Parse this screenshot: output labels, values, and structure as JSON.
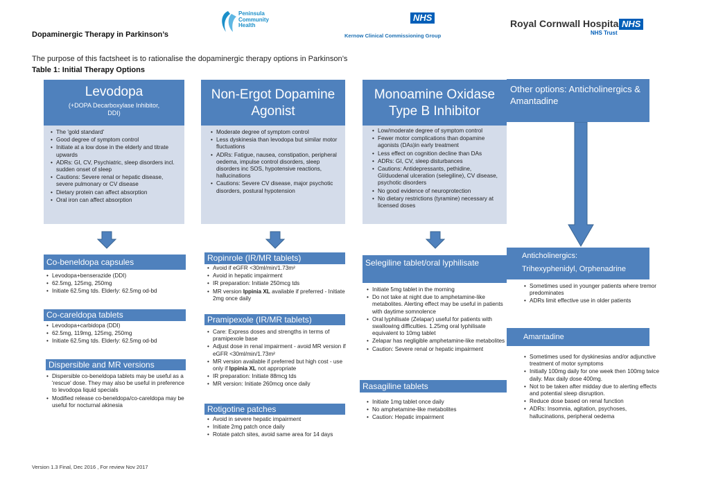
{
  "header": {
    "title": "Dopaminergic Therapy in Parkinson’s",
    "logo_pch": [
      "Peninsula",
      "Community",
      "Health"
    ],
    "nhs_badge": "NHS",
    "kernow": "Kernow Clinical Commissioning Group",
    "rch": "Royal Cornwall Hospitals",
    "rch_trust": "NHS Trust"
  },
  "intro": {
    "purpose": "The purpose of this factsheet is to rationalise the dopaminergic therapy options in Parkinson’s",
    "table_title": "Table 1: Initial Therapy Options"
  },
  "colors": {
    "accent": "#4f81bd",
    "panel": "#d4dcea",
    "nhs": "#005eb8"
  },
  "columns": {
    "levodopa": {
      "title": "Levodopa",
      "subtitle": "(+DOPA Decarboxylase Inhibitor, DDI)",
      "bullets": [
        "The 'gold standard'",
        "Good degree of symptom control",
        "Initiate at a low dose in the elderly and titrate upwards",
        "ADRs: GI, CV, Psychiatric, sleep disorders incl. sudden onset of sleep",
        "Cautions: Severe renal or hepatic disease, severe pulmonary or CV disease",
        "Dietary protein can affect absorption",
        "Oral iron can affect absorption"
      ]
    },
    "agonist": {
      "title": "Non-Ergot Dopamine Agonist",
      "bullets": [
        "Moderate degree of symptom control",
        "Less dyskinesia than levodopa but similar motor fluctuations",
        "ADRs: Fatigue, nausea, constipation, peripheral oedema, impulse control disorders, sleep disorders inc SOS, hypotensive reactions, hallucinations",
        "Cautions: Severe CV disease, major psychotic disorders, postural hypotension"
      ]
    },
    "maob": {
      "title": "Monoamine Oxidase Type B Inhibitor",
      "bullets": [
        "Low/moderate degree of symptom control",
        "Fewer motor complications than dopamine agonists (DAs)in early treatment",
        "Less effect on cognition decline than DAs",
        "ADRs: GI, CV, sleep disturbances",
        "Cautions: Antidepressants, pethidine, GI/duodenal ulceration (selegiline), CV disease, psychotic disorders",
        "No good evidence of neuroprotection",
        "No dietary restrictions (tyramine) necessary at licensed doses"
      ]
    },
    "other": {
      "title": "Other options: Anticholinergics & Amantadine"
    }
  },
  "lower": {
    "cobeneldopa": {
      "head": "Co-beneldopa capsules",
      "bullets": [
        "Levodopa+benserazide (DDI)",
        "62.5mg, 125mg, 250mg",
        "Initiate 62.5mg tds. Elderly: 62.5mg od-bd"
      ]
    },
    "cocareldopa": {
      "head": "Co-careldopa tablets",
      "bullets": [
        "Levodopa+carbidopa (DDI)",
        "62.5mg, 119mg, 125mg, 250mg",
        "Initiate 62.5mg tds. Elderly: 62.5mg od-bd"
      ]
    },
    "dispersible": {
      "head": "Dispersible and MR versions",
      "bullets": [
        "Dispersible co-beneldopa tablets may be useful as a 'rescue' dose. They may also be useful in preference to levodopa liquid specials",
        "Modified release co-beneldopa/co-careldopa may be useful for nocturnal akinesia"
      ]
    },
    "ropinirole": {
      "head": "Ropinrole (IR/MR tablets)",
      "b1": "Avoid if eGFR <30ml/min/1.73m²",
      "b2": "Avoid in hepatic impairment",
      "b3": "IR preparation: Initiate 250mcg tds",
      "b4a": "MR version ",
      "b4b": "Ippinia XL",
      "b4c": " available if preferred - Initiate 2mg once daily"
    },
    "pramipexole": {
      "head": "Pramipexole (IR/MR tablets)",
      "b1": "Care: Express doses and strengths in terms of pramipexole base",
      "b2": "Adjust dose in renal impairment - avoid MR version if eGFR <30ml/min/1.73m²",
      "b3a": "MR version available if preferred but high cost - use only if ",
      "b3b": "Ippinia XL",
      "b3c": " not appropriate",
      "b4": "IR preparation: Initiate 88mcg tds",
      "b5": "MR version: Initiate 260mcg once daily"
    },
    "rotigotine": {
      "head": "Rotigotine patches",
      "bullets": [
        "Avoid in severe hepatic impairment",
        "Initiate 2mg patch once daily",
        "Rotate patch sites, avoid same area for 14 days"
      ]
    },
    "selegiline": {
      "head": "Selegiline tablet/oral lyphilisate",
      "bullets": [
        "Initiate 5mg tablet in the morning",
        "Do not take at night due to amphetamine-like metabolites. Alerting effect may be useful in patients with daytime somnolence",
        "Oral lyphilisate (Zelapar) useful for patients with swallowing difficulties. 1.25mg oral lyphilisate equivalent to 10mg tablet",
        "Zelapar has negligible amphetamine-like metabolites",
        "Caution: Severe renal or hepatic impairment"
      ]
    },
    "rasagiline": {
      "head": "Rasagiline tablets",
      "bullets": [
        "Initiate 1mg tablet once daily",
        "No amphetamine-like metabolites",
        "Caution: Hepatic impairment"
      ]
    },
    "anticholinergics": {
      "head1": "Anticholinergics:",
      "head2": "Trihexyphenidyl, Orphenadrine",
      "bullets": [
        "Sometimes used in younger patients where tremor predominates",
        "ADRs limit effective use in older patients"
      ]
    },
    "amantadine": {
      "head": "Amantadine",
      "bullets": [
        "Sometimes used for dyskinesias and/or adjunctive treatment of motor symptoms",
        "Initially 100mg daily for one week then 100mg twice daily. Max daily dose 400mg.",
        "Not to be taken after midday due to alerting effects and potential sleep disruption.",
        "Reduce dose based on renal function",
        "ADRs: Insomnia, agitation, psychoses, hallucinations, peripheral oedema"
      ]
    }
  },
  "footer": "Version 1.3 Final, Dec 2016 , For review Nov 2017"
}
